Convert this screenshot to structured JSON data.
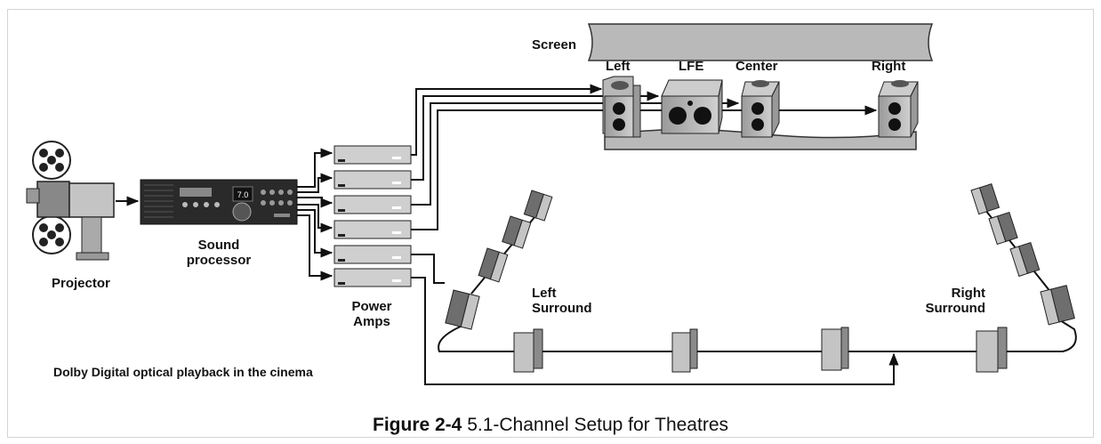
{
  "labels": {
    "screen": "Screen",
    "left": "Left",
    "lfe": "LFE",
    "center": "Center",
    "right": "Right",
    "projector": "Projector",
    "sound_processor_line1": "Sound",
    "sound_processor_line2": "processor",
    "power_amps_line1": "Power",
    "power_amps_line2": "Amps",
    "left_surround_line1": "Left",
    "left_surround_line2": "Surround",
    "right_surround_line1": "Right",
    "right_surround_line2": "Surround",
    "description": "Dolby Digital optical playback in the cinema"
  },
  "processor_display": "7.0",
  "caption": {
    "figure_number": "Figure 2-4",
    "title": "5.1-Channel Setup for Theatres"
  },
  "colors": {
    "line": "#111111",
    "speaker_dark": "#6e6e6e",
    "speaker_light": "#c9c9c9",
    "screen_fill": "#b5b5b5",
    "frame": "#d4d4d4"
  }
}
